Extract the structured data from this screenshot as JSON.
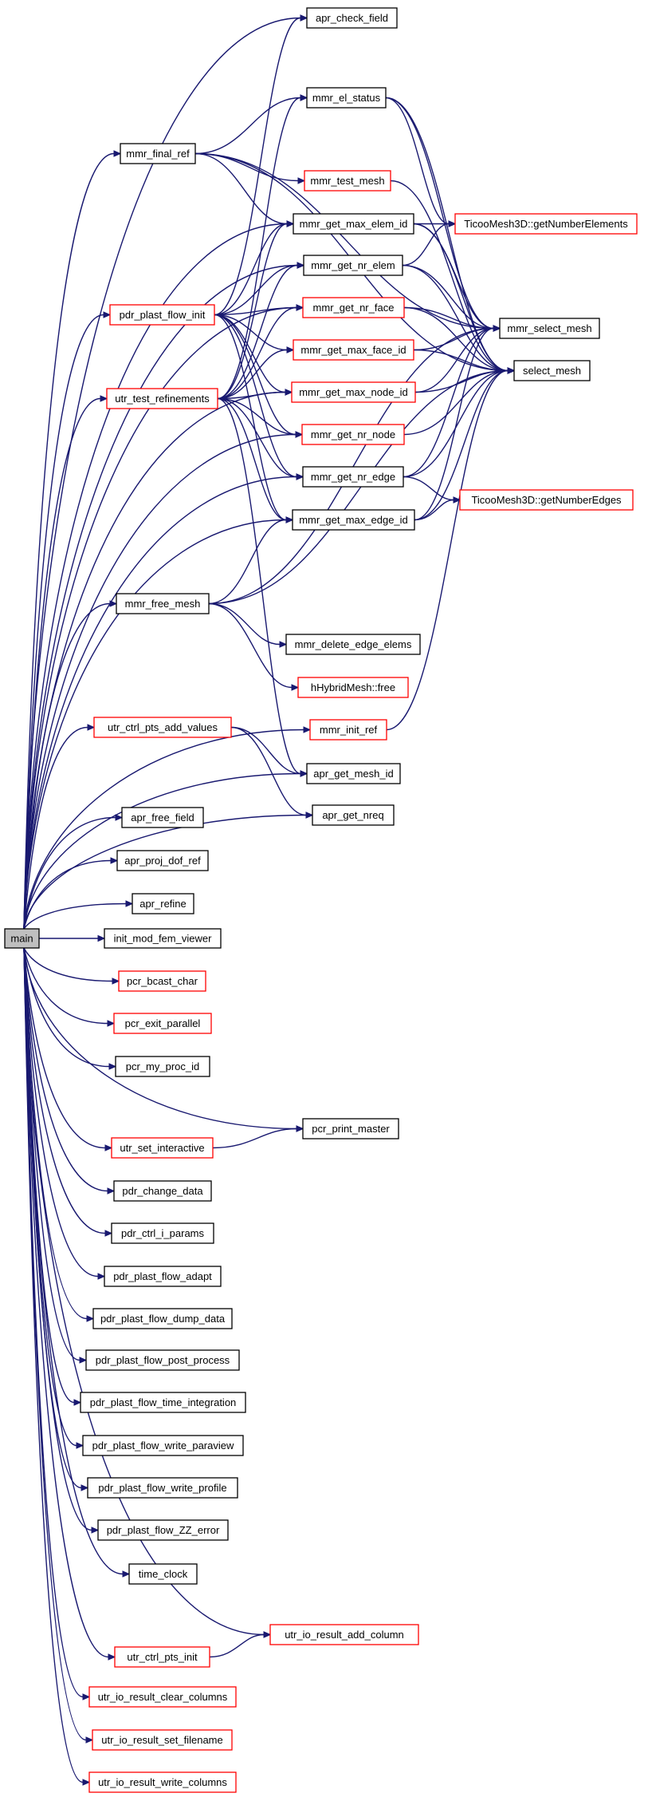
{
  "graph": {
    "title": "main",
    "edge_color": "#191970",
    "border_colors": {
      "black": "#000000",
      "red": "#ff0000",
      "main_fill": "#bfbfbf"
    },
    "nodes": [
      {
        "id": "main",
        "label": "main",
        "style": "main"
      },
      {
        "id": "apr_check_field",
        "label": "apr_check_field",
        "style": "black"
      },
      {
        "id": "mmr_el_status",
        "label": "mmr_el_status",
        "style": "black"
      },
      {
        "id": "mmr_final_ref",
        "label": "mmr_final_ref",
        "style": "black"
      },
      {
        "id": "mmr_test_mesh",
        "label": "mmr_test_mesh",
        "style": "red"
      },
      {
        "id": "mmr_get_max_elem_id",
        "label": "mmr_get_max_elem_id",
        "style": "black"
      },
      {
        "id": "TicooMesh3D_getNumberElements",
        "label": "TicooMesh3D::getNumberElements",
        "style": "red"
      },
      {
        "id": "mmr_get_nr_elem",
        "label": "mmr_get_nr_elem",
        "style": "black"
      },
      {
        "id": "pdr_plast_flow_init",
        "label": "pdr_plast_flow_init",
        "style": "red"
      },
      {
        "id": "mmr_get_nr_face",
        "label": "mmr_get_nr_face",
        "style": "red"
      },
      {
        "id": "mmr_select_mesh",
        "label": "mmr_select_mesh",
        "style": "black"
      },
      {
        "id": "mmr_get_max_face_id",
        "label": "mmr_get_max_face_id",
        "style": "red"
      },
      {
        "id": "select_mesh",
        "label": "select_mesh",
        "style": "black"
      },
      {
        "id": "utr_test_refinements",
        "label": "utr_test_refinements",
        "style": "red"
      },
      {
        "id": "mmr_get_max_node_id",
        "label": "mmr_get_max_node_id",
        "style": "red"
      },
      {
        "id": "mmr_get_nr_node",
        "label": "mmr_get_nr_node",
        "style": "red"
      },
      {
        "id": "mmr_get_nr_edge",
        "label": "mmr_get_nr_edge",
        "style": "black"
      },
      {
        "id": "TicooMesh3D_getNumberEdges",
        "label": "TicooMesh3D::getNumberEdges",
        "style": "red"
      },
      {
        "id": "mmr_get_max_edge_id",
        "label": "mmr_get_max_edge_id",
        "style": "black"
      },
      {
        "id": "mmr_free_mesh",
        "label": "mmr_free_mesh",
        "style": "black"
      },
      {
        "id": "mmr_delete_edge_elems",
        "label": "mmr_delete_edge_elems",
        "style": "black"
      },
      {
        "id": "hHybridMesh_free",
        "label": "hHybridMesh::free",
        "style": "red"
      },
      {
        "id": "mmr_init_ref",
        "label": "mmr_init_ref",
        "style": "red"
      },
      {
        "id": "utr_ctrl_pts_add_values",
        "label": "utr_ctrl_pts_add_values",
        "style": "red"
      },
      {
        "id": "apr_get_mesh_id",
        "label": "apr_get_mesh_id",
        "style": "black"
      },
      {
        "id": "apr_get_nreq",
        "label": "apr_get_nreq",
        "style": "black"
      },
      {
        "id": "apr_free_field",
        "label": "apr_free_field",
        "style": "black"
      },
      {
        "id": "apr_proj_dof_ref",
        "label": "apr_proj_dof_ref",
        "style": "black"
      },
      {
        "id": "apr_refine",
        "label": "apr_refine",
        "style": "black"
      },
      {
        "id": "init_mod_fem_viewer",
        "label": "init_mod_fem_viewer",
        "style": "black"
      },
      {
        "id": "pcr_bcast_char",
        "label": "pcr_bcast_char",
        "style": "red"
      },
      {
        "id": "pcr_exit_parallel",
        "label": "pcr_exit_parallel",
        "style": "red"
      },
      {
        "id": "pcr_my_proc_id",
        "label": "pcr_my_proc_id",
        "style": "black"
      },
      {
        "id": "utr_set_interactive",
        "label": "utr_set_interactive",
        "style": "red"
      },
      {
        "id": "pcr_print_master",
        "label": "pcr_print_master",
        "style": "black"
      },
      {
        "id": "pdr_change_data",
        "label": "pdr_change_data",
        "style": "black"
      },
      {
        "id": "pdr_ctrl_i_params",
        "label": "pdr_ctrl_i_params",
        "style": "black"
      },
      {
        "id": "pdr_plast_flow_adapt",
        "label": "pdr_plast_flow_adapt",
        "style": "black"
      },
      {
        "id": "pdr_plast_flow_dump_data",
        "label": "pdr_plast_flow_dump_data",
        "style": "black"
      },
      {
        "id": "pdr_plast_flow_post_process",
        "label": "pdr_plast_flow_post_process",
        "style": "black"
      },
      {
        "id": "pdr_plast_flow_time_integration",
        "label": "pdr_plast_flow_time_integration",
        "style": "black"
      },
      {
        "id": "pdr_plast_flow_write_paraview",
        "label": "pdr_plast_flow_write_paraview",
        "style": "black"
      },
      {
        "id": "pdr_plast_flow_write_profile",
        "label": "pdr_plast_flow_write_profile",
        "style": "black"
      },
      {
        "id": "pdr_plast_flow_ZZ_error",
        "label": "pdr_plast_flow_ZZ_error",
        "style": "black"
      },
      {
        "id": "time_clock",
        "label": "time_clock",
        "style": "black"
      },
      {
        "id": "utr_io_result_add_column",
        "label": "utr_io_result_add_column",
        "style": "red"
      },
      {
        "id": "utr_ctrl_pts_init",
        "label": "utr_ctrl_pts_init",
        "style": "red"
      },
      {
        "id": "utr_io_result_clear_columns",
        "label": "utr_io_result_clear_columns",
        "style": "red"
      },
      {
        "id": "utr_io_result_set_filename",
        "label": "utr_io_result_set_filename",
        "style": "red"
      },
      {
        "id": "utr_io_result_write_columns",
        "label": "utr_io_result_write_columns",
        "style": "red"
      }
    ],
    "edges": [
      [
        "main",
        "apr_check_field"
      ],
      [
        "main",
        "mmr_final_ref"
      ],
      [
        "main",
        "mmr_get_max_elem_id"
      ],
      [
        "main",
        "mmr_get_nr_elem"
      ],
      [
        "main",
        "pdr_plast_flow_init"
      ],
      [
        "main",
        "mmr_get_nr_face"
      ],
      [
        "main",
        "utr_test_refinements"
      ],
      [
        "main",
        "mmr_get_max_node_id"
      ],
      [
        "main",
        "mmr_get_nr_node"
      ],
      [
        "main",
        "mmr_get_nr_edge"
      ],
      [
        "main",
        "mmr_get_max_edge_id"
      ],
      [
        "main",
        "mmr_free_mesh"
      ],
      [
        "main",
        "mmr_init_ref"
      ],
      [
        "main",
        "utr_ctrl_pts_add_values"
      ],
      [
        "main",
        "apr_get_mesh_id"
      ],
      [
        "main",
        "apr_get_nreq"
      ],
      [
        "main",
        "apr_free_field"
      ],
      [
        "main",
        "apr_proj_dof_ref"
      ],
      [
        "main",
        "apr_refine"
      ],
      [
        "main",
        "init_mod_fem_viewer"
      ],
      [
        "main",
        "pcr_bcast_char"
      ],
      [
        "main",
        "pcr_exit_parallel"
      ],
      [
        "main",
        "pcr_my_proc_id"
      ],
      [
        "main",
        "pcr_print_master"
      ],
      [
        "main",
        "utr_set_interactive"
      ],
      [
        "main",
        "pdr_change_data"
      ],
      [
        "main",
        "pdr_ctrl_i_params"
      ],
      [
        "main",
        "pdr_plast_flow_adapt"
      ],
      [
        "main",
        "pdr_plast_flow_dump_data"
      ],
      [
        "main",
        "pdr_plast_flow_post_process"
      ],
      [
        "main",
        "pdr_plast_flow_time_integration"
      ],
      [
        "main",
        "pdr_plast_flow_write_paraview"
      ],
      [
        "main",
        "pdr_plast_flow_write_profile"
      ],
      [
        "main",
        "pdr_plast_flow_ZZ_error"
      ],
      [
        "main",
        "time_clock"
      ],
      [
        "main",
        "utr_io_result_add_column"
      ],
      [
        "main",
        "utr_ctrl_pts_init"
      ],
      [
        "main",
        "utr_io_result_clear_columns"
      ],
      [
        "main",
        "utr_io_result_set_filename"
      ],
      [
        "main",
        "utr_io_result_write_columns"
      ],
      [
        "mmr_final_ref",
        "mmr_el_status"
      ],
      [
        "mmr_final_ref",
        "mmr_test_mesh"
      ],
      [
        "mmr_final_ref",
        "mmr_get_max_elem_id"
      ],
      [
        "mmr_final_ref",
        "mmr_select_mesh"
      ],
      [
        "mmr_final_ref",
        "select_mesh"
      ],
      [
        "mmr_el_status",
        "TicooMesh3D_getNumberElements"
      ],
      [
        "mmr_el_status",
        "mmr_select_mesh"
      ],
      [
        "mmr_el_status",
        "select_mesh"
      ],
      [
        "mmr_test_mesh",
        "select_mesh"
      ],
      [
        "mmr_get_max_elem_id",
        "TicooMesh3D_getNumberElements"
      ],
      [
        "mmr_get_max_elem_id",
        "mmr_select_mesh"
      ],
      [
        "mmr_get_max_elem_id",
        "select_mesh"
      ],
      [
        "mmr_get_nr_elem",
        "TicooMesh3D_getNumberElements"
      ],
      [
        "mmr_get_nr_elem",
        "mmr_select_mesh"
      ],
      [
        "mmr_get_nr_elem",
        "select_mesh"
      ],
      [
        "pdr_plast_flow_init",
        "apr_check_field"
      ],
      [
        "pdr_plast_flow_init",
        "mmr_get_max_elem_id"
      ],
      [
        "pdr_plast_flow_init",
        "mmr_get_nr_elem"
      ],
      [
        "pdr_plast_flow_init",
        "mmr_get_nr_face"
      ],
      [
        "pdr_plast_flow_init",
        "mmr_get_max_face_id"
      ],
      [
        "pdr_plast_flow_init",
        "mmr_get_max_node_id"
      ],
      [
        "pdr_plast_flow_init",
        "mmr_get_nr_node"
      ],
      [
        "pdr_plast_flow_init",
        "mmr_get_nr_edge"
      ],
      [
        "pdr_plast_flow_init",
        "mmr_get_max_edge_id"
      ],
      [
        "mmr_get_nr_face",
        "mmr_select_mesh"
      ],
      [
        "mmr_get_nr_face",
        "select_mesh"
      ],
      [
        "mmr_get_max_face_id",
        "mmr_select_mesh"
      ],
      [
        "mmr_get_max_face_id",
        "select_mesh"
      ],
      [
        "utr_test_refinements",
        "mmr_el_status"
      ],
      [
        "utr_test_refinements",
        "mmr_get_max_elem_id"
      ],
      [
        "utr_test_refinements",
        "mmr_get_nr_elem"
      ],
      [
        "utr_test_refinements",
        "mmr_get_nr_face"
      ],
      [
        "utr_test_refinements",
        "mmr_get_max_face_id"
      ],
      [
        "utr_test_refinements",
        "mmr_get_max_node_id"
      ],
      [
        "utr_test_refinements",
        "mmr_get_nr_node"
      ],
      [
        "utr_test_refinements",
        "mmr_get_nr_edge"
      ],
      [
        "utr_test_refinements",
        "mmr_get_max_edge_id"
      ],
      [
        "utr_test_refinements",
        "apr_get_mesh_id"
      ],
      [
        "mmr_get_max_node_id",
        "mmr_select_mesh"
      ],
      [
        "mmr_get_max_node_id",
        "select_mesh"
      ],
      [
        "mmr_get_nr_node",
        "select_mesh"
      ],
      [
        "mmr_get_nr_edge",
        "TicooMesh3D_getNumberEdges"
      ],
      [
        "mmr_get_nr_edge",
        "mmr_select_mesh"
      ],
      [
        "mmr_get_nr_edge",
        "select_mesh"
      ],
      [
        "mmr_get_max_edge_id",
        "TicooMesh3D_getNumberEdges"
      ],
      [
        "mmr_get_max_edge_id",
        "mmr_select_mesh"
      ],
      [
        "mmr_get_max_edge_id",
        "select_mesh"
      ],
      [
        "mmr_free_mesh",
        "mmr_get_max_edge_id"
      ],
      [
        "mmr_free_mesh",
        "mmr_delete_edge_elems"
      ],
      [
        "mmr_free_mesh",
        "hHybridMesh_free"
      ],
      [
        "mmr_free_mesh",
        "mmr_select_mesh"
      ],
      [
        "mmr_free_mesh",
        "select_mesh"
      ],
      [
        "mmr_init_ref",
        "select_mesh"
      ],
      [
        "utr_ctrl_pts_add_values",
        "apr_get_mesh_id"
      ],
      [
        "utr_ctrl_pts_add_values",
        "apr_get_nreq"
      ],
      [
        "utr_set_interactive",
        "pcr_print_master"
      ],
      [
        "utr_ctrl_pts_init",
        "utr_io_result_add_column"
      ]
    ]
  }
}
